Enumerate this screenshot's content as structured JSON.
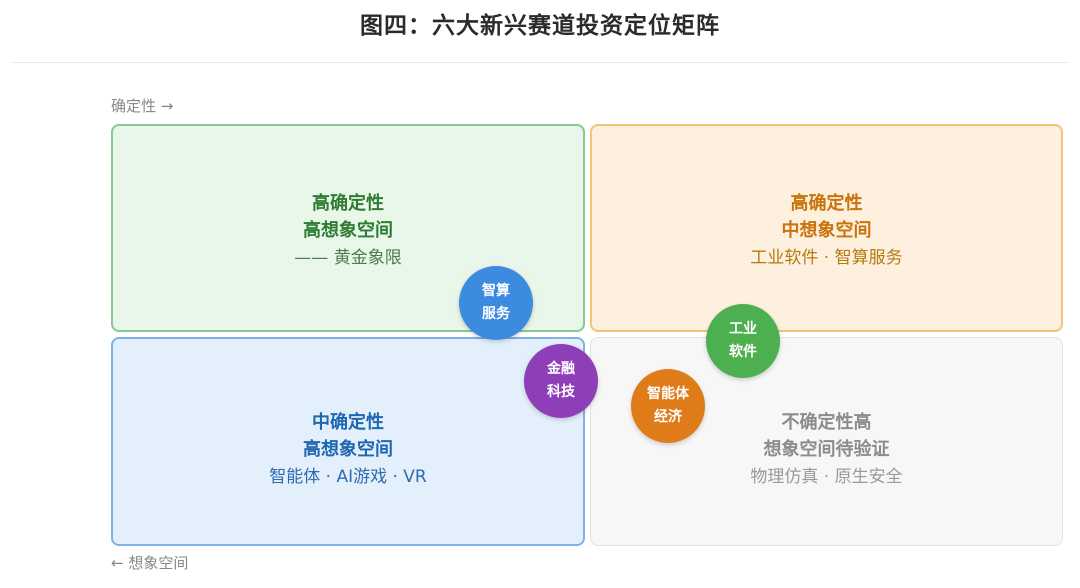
{
  "title": "图四：六大新兴赛道投资定位矩阵",
  "axes": {
    "y_label": "确定性 →",
    "x_label": "← 想象空间"
  },
  "quadrants": {
    "top_left": {
      "line1": "高确定性",
      "line2": "高想象空间",
      "sub": "—— 黄金象限"
    },
    "top_right": {
      "line1": "高确定性",
      "line2": "中想象空间",
      "sub": "工业软件 · 智算服务"
    },
    "bottom_left": {
      "line1": "中确定性",
      "line2": "高想象空间",
      "sub": "智能体 · AI游戏 · VR"
    },
    "bottom_right": {
      "line1": "不确定性高",
      "line2": "想象空间待验证",
      "sub": "物理仿真 · 原生安全"
    }
  },
  "bubbles": {
    "compute_service": {
      "line1": "智算",
      "line2": "服务",
      "color": "#3d8be0"
    },
    "fintech": {
      "line1": "金融",
      "line2": "科技",
      "color": "#8e3fb8"
    },
    "industrial_software": {
      "line1": "工业",
      "line2": "软件",
      "color": "#4caf50"
    },
    "agent_economy": {
      "line1": "智能体",
      "line2": "经济",
      "color": "#e07b1a"
    }
  },
  "colors": {
    "golden_quadrant_border": "#88c98f",
    "orange_quadrant_border": "#f1c47a",
    "blue_quadrant_border": "#7fb2e5"
  }
}
